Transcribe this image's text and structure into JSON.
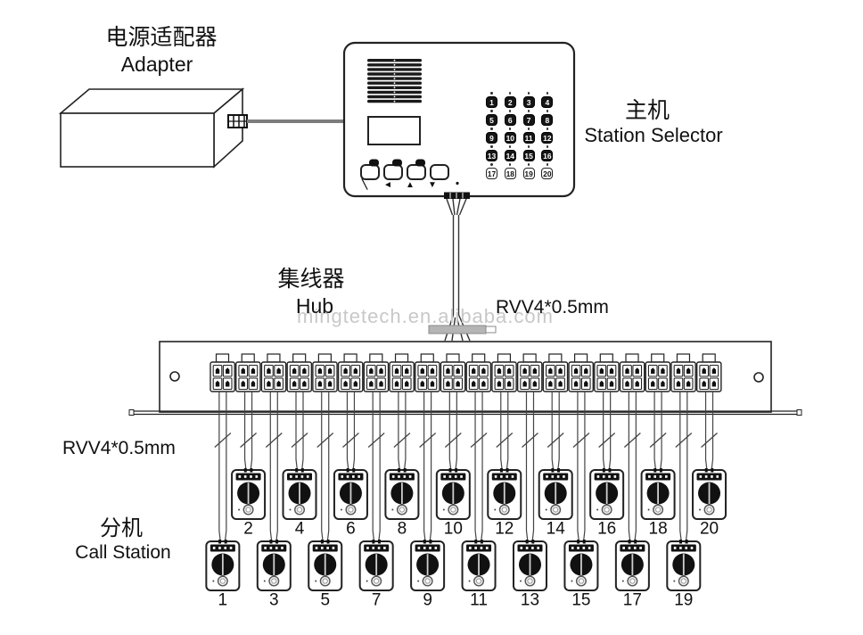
{
  "watermark": "mingtetech.en.alibaba.com",
  "adapter": {
    "label_cn": "电源适配器",
    "label_en": "Adapter"
  },
  "selector": {
    "label_cn": "主机",
    "label_en": "Station Selector",
    "keypad_numbers": [
      1,
      2,
      3,
      4,
      5,
      6,
      7,
      8,
      9,
      10,
      11,
      12,
      13,
      14,
      15,
      16,
      17,
      18,
      19,
      20
    ],
    "keypad_dark_count": 16,
    "function_glyphs": [
      "╲",
      "◄",
      "▲",
      "▼"
    ],
    "function_icon_names": [
      "handset-icon",
      "speaker-icon",
      "up-arrow-icon",
      "down-arrow-icon"
    ]
  },
  "hub": {
    "label_cn": "集线器",
    "label_en": "Hub",
    "port_count": 20
  },
  "cables": {
    "selector_to_hub": "RVV4*0.5mm",
    "hub_to_stations": "RVV4*0.5mm"
  },
  "stations": {
    "label_cn": "分机",
    "label_en": "Call Station",
    "upper_numbers": [
      2,
      4,
      6,
      8,
      10,
      12,
      14,
      16,
      18,
      20
    ],
    "lower_numbers": [
      1,
      3,
      5,
      7,
      9,
      11,
      13,
      15,
      17,
      19
    ]
  },
  "colors": {
    "line": "#222222",
    "dark_fill": "#111111",
    "cable_gray": "#7d7d7d",
    "watermark": "#c8c8c8",
    "background": "#ffffff"
  }
}
